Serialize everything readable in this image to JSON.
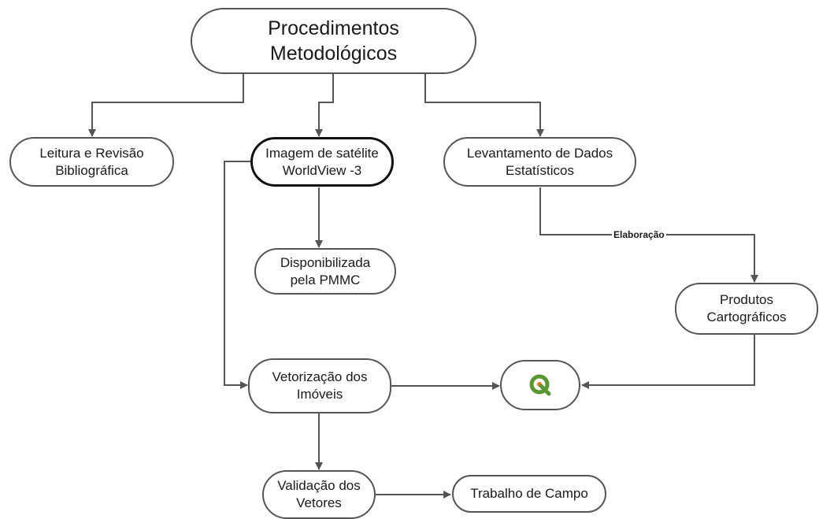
{
  "root": {
    "label": "Procedimentos\nMetodológicos"
  },
  "nodes": {
    "leitura": "Leitura e Revisão\nBibliográfica",
    "imagem": "Imagem de satélite\nWorldView -3",
    "levantamento": "Levantamento de Dados\nEstatísticos",
    "disponibilizada": "Disponibilizada\npela PMMC",
    "produtos": "Produtos\nCartográficos",
    "vetorizacao": "Vetorização dos\nImóveis",
    "validacao": "Validação dos\nVetores",
    "trabalho": "Trabalho de Campo"
  },
  "qgis_node": {
    "icon": "qgis-logo-icon",
    "colors": {
      "green": "#589632",
      "yellow": "#ee7913"
    }
  },
  "edge_labels": {
    "elaboracao": "Elaboração"
  },
  "colors": {
    "stroke": "#555555",
    "text": "#1a1a1a"
  }
}
